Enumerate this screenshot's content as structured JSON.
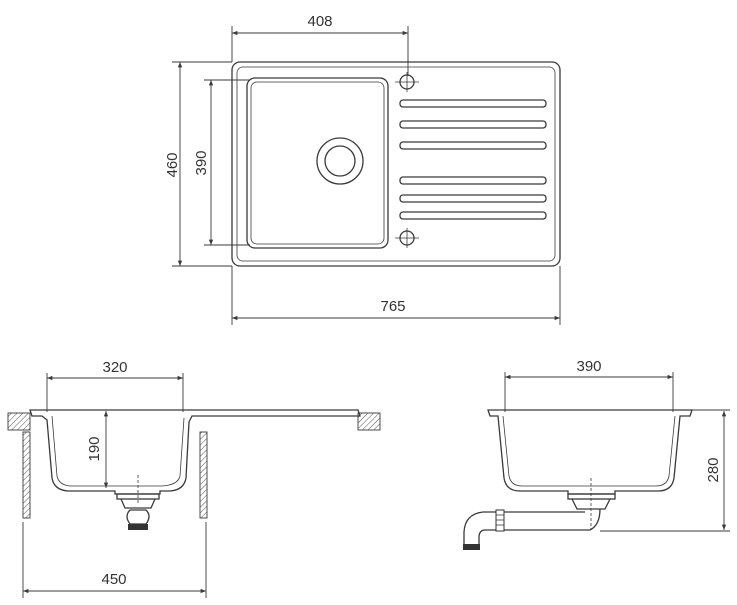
{
  "drawing": {
    "top_view": {
      "width_label": "408",
      "total_width_label": "765",
      "height_label": "460",
      "bowl_height_label": "390"
    },
    "front_view": {
      "bowl_width_label": "320",
      "depth_label": "190",
      "cabinet_width_label": "450"
    },
    "side_view": {
      "bowl_width_label": "390",
      "total_depth_label": "280"
    },
    "line_color": "#3a3a3a"
  }
}
